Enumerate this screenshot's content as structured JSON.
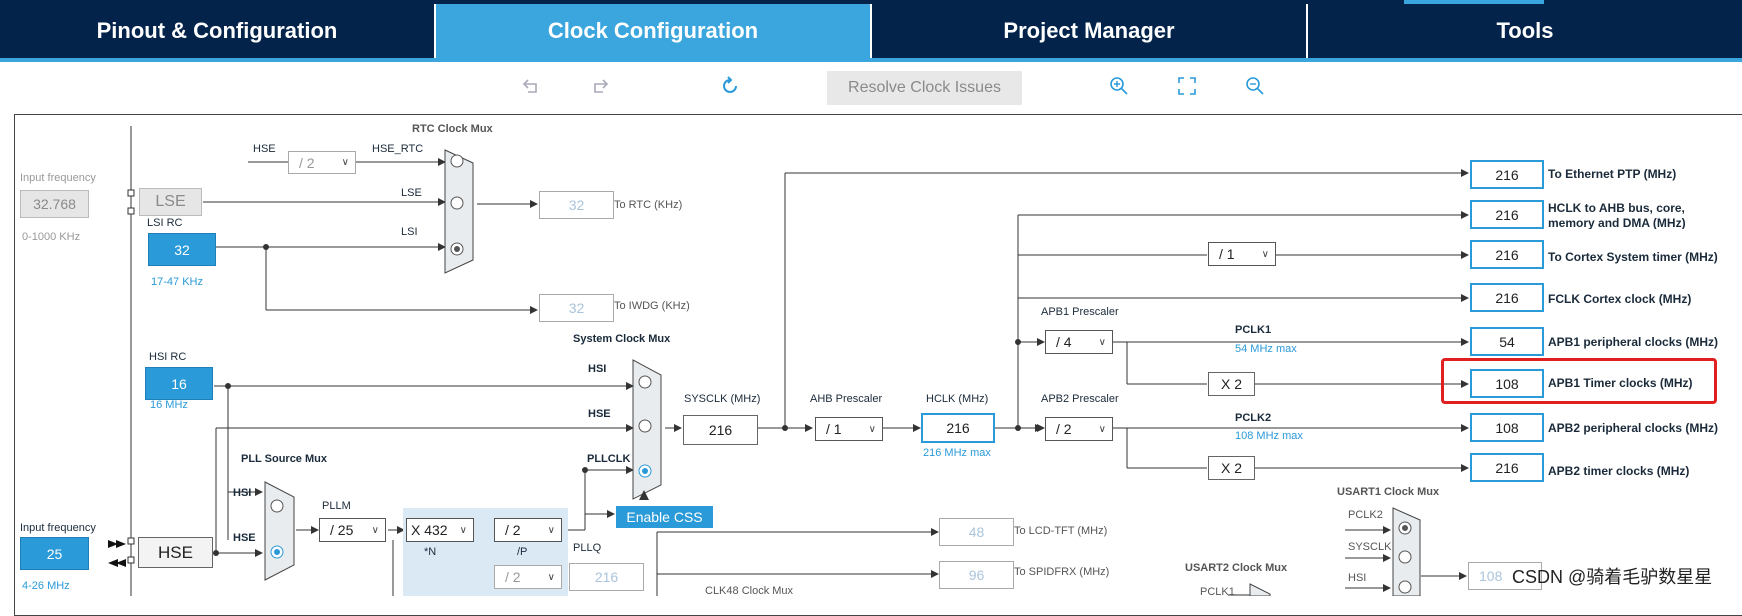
{
  "tabs": [
    {
      "label": "Pinout & Configuration",
      "active": false
    },
    {
      "label": "Clock Configuration",
      "active": true
    },
    {
      "label": "Project Manager",
      "active": false
    },
    {
      "label": "Tools",
      "active": false
    }
  ],
  "toolbar": {
    "undo_icon": "undo-icon",
    "redo_icon": "redo-icon",
    "refresh_icon": "refresh-icon",
    "resolve_label": "Resolve Clock Issues",
    "zoom_in_icon": "zoom-in-icon",
    "fit_icon": "fit-screen-icon",
    "zoom_out_icon": "zoom-out-icon"
  },
  "left": {
    "lse_input_label": "Input frequency",
    "lse_input_value": "32.768",
    "lse_range": "0-1000 KHz",
    "lse": "LSE",
    "lsi_rc_label": "LSI RC",
    "lsi_value": "32",
    "lsi_range": "17-47 KHz",
    "hsi_rc_label": "HSI RC",
    "hsi_value": "16",
    "hsi_range": "16 MHz",
    "hse_input_label": "Input frequency",
    "hse_input_value": "25",
    "hse_range": "4-26 MHz",
    "hse": "HSE"
  },
  "rtc": {
    "mux_label": "RTC Clock Mux",
    "hse_label": "HSE",
    "div_value": "/ 2",
    "hse_rtc_label": "HSE_RTC",
    "lse_label": "LSE",
    "lsi_label": "LSI",
    "rtc_value": "32",
    "rtc_label": "To RTC (KHz)",
    "iwdg_value": "32",
    "iwdg_label": "To IWDG (KHz)"
  },
  "sysmux": {
    "label": "System Clock Mux",
    "hsi": "HSI",
    "hse": "HSE",
    "pllclk": "PLLCLK",
    "sysclk_label": "SYSCLK (MHz)",
    "sysclk_value": "216",
    "css_button": "Enable CSS"
  },
  "pll": {
    "source_mux_label": "PLL Source Mux",
    "hsi": "HSI",
    "hse": "HSE",
    "pllm_label": "PLLM",
    "pllm_value": "/ 25",
    "n_value": "X 432",
    "n_label": "*N",
    "p_value": "/ 2",
    "p_label": "/P",
    "q_label": "PLLQ",
    "q_div_value": "/ 2",
    "q_value": "216"
  },
  "ahb": {
    "prescaler_label": "AHB Prescaler",
    "prescaler_value": "/ 1",
    "hclk_label": "HCLK (MHz)",
    "hclk_value": "216",
    "hclk_max": "216 MHz max"
  },
  "apb1": {
    "prescaler_label": "APB1 Prescaler",
    "prescaler_value": "/ 4",
    "pclk_label": "PCLK1",
    "pclk_max": "54 MHz max",
    "timer_mult": "X 2"
  },
  "apb2": {
    "prescaler_label": "APB2 Prescaler",
    "prescaler_value": "/ 2",
    "pclk_label": "PCLK2",
    "pclk_max": "108 MHz max",
    "timer_mult": "X 2"
  },
  "cortex_div": "/ 1",
  "outputs": [
    {
      "value": "216",
      "label": "To Ethernet PTP (MHz)"
    },
    {
      "value": "216",
      "label": "HCLK to AHB bus, core, memory and DMA (MHz)"
    },
    {
      "value": "216",
      "label": "To Cortex System timer (MHz)"
    },
    {
      "value": "216",
      "label": "FCLK Cortex clock (MHz)"
    },
    {
      "value": "54",
      "label": "APB1 peripheral clocks (MHz)"
    },
    {
      "value": "108",
      "label": "APB1 Timer clocks (MHz)"
    },
    {
      "value": "108",
      "label": "APB2 peripheral clocks (MHz)"
    },
    {
      "value": "216",
      "label": "APB2 timer clocks (MHz)"
    }
  ],
  "bottom": {
    "lcd_value": "48",
    "lcd_label": "To LCD-TFT (MHz)",
    "spdif_value": "96",
    "spdif_label": "To SPIDFRX (MHz)",
    "clk48_label": "CLK48 Clock Mux",
    "usart1_label": "USART1 Clock Mux",
    "usart1_pclk2": "PCLK2",
    "usart1_sysclk": "SYSCLK",
    "usart1_hsi": "HSI",
    "usart1_value": "108",
    "usart2_label": "USART2 Clock Mux",
    "usart2_pclk1": "PCLK1"
  },
  "watermark": "CSDN @骑着毛驴数星星",
  "colors": {
    "navy": "#03234b",
    "accent": "#3aa6dd",
    "box_blue": "#2a9ad8",
    "highlight": "#e02020"
  }
}
